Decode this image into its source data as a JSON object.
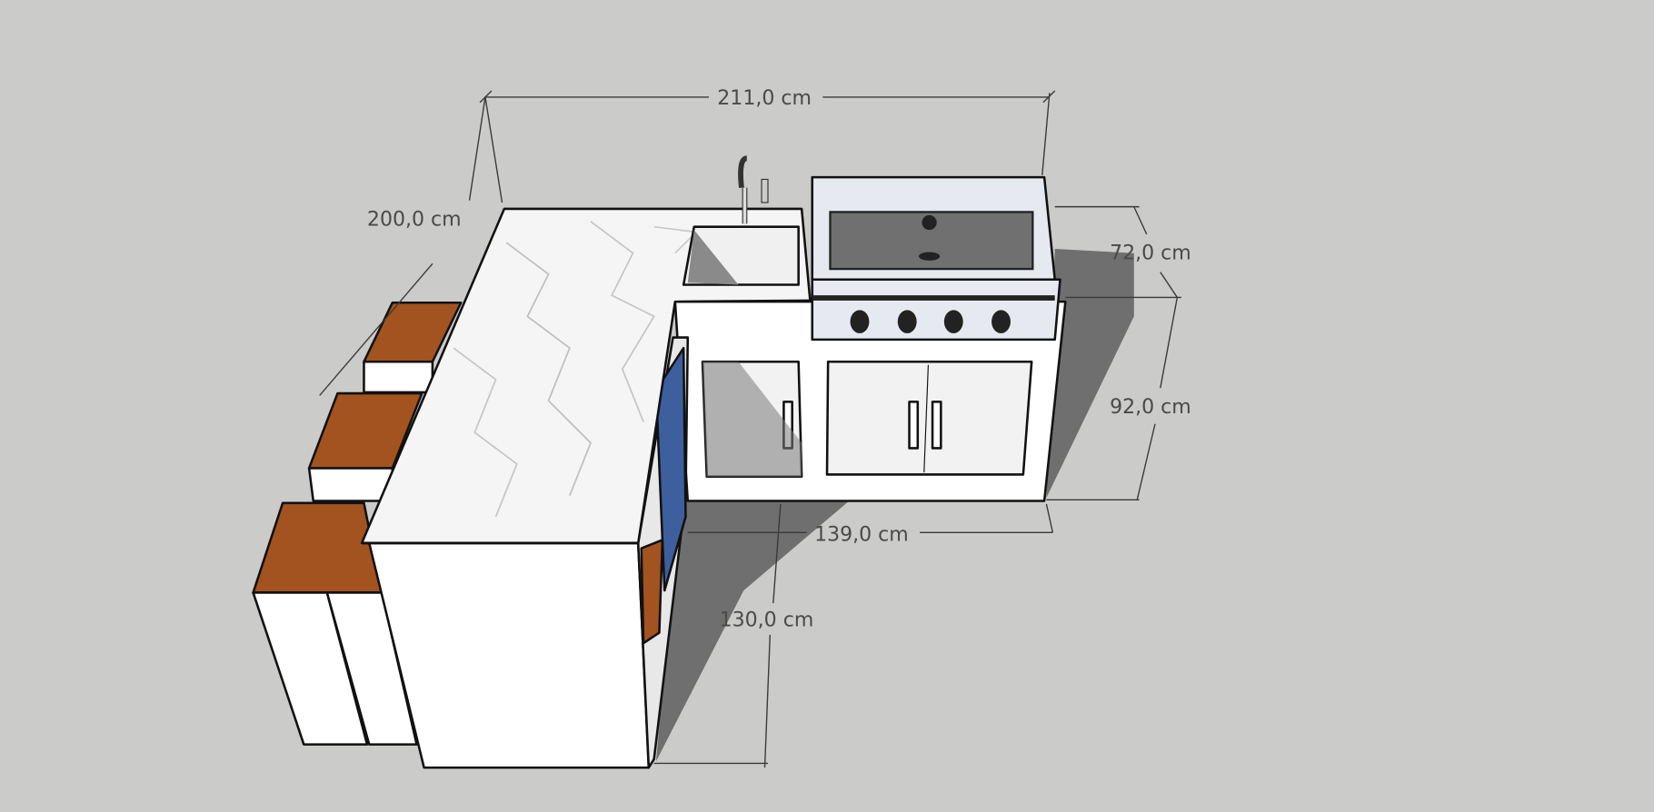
{
  "scene": {
    "title": "Outdoor kitchen L-shaped island model",
    "dimensions": {
      "total_width": "211,0 cm",
      "island_length": "200,0 cm",
      "grill_depth": "72,0 cm",
      "height": "92,0 cm",
      "back_run_width": "139,0 cm",
      "island_depth": "130,0 cm"
    },
    "colors": {
      "background": "#cbcbc9",
      "shadow": "#6f6f6f",
      "stool_top": "#a3531f",
      "cabinet": "#ffffff",
      "glass_door": "#3d5f9e"
    }
  }
}
